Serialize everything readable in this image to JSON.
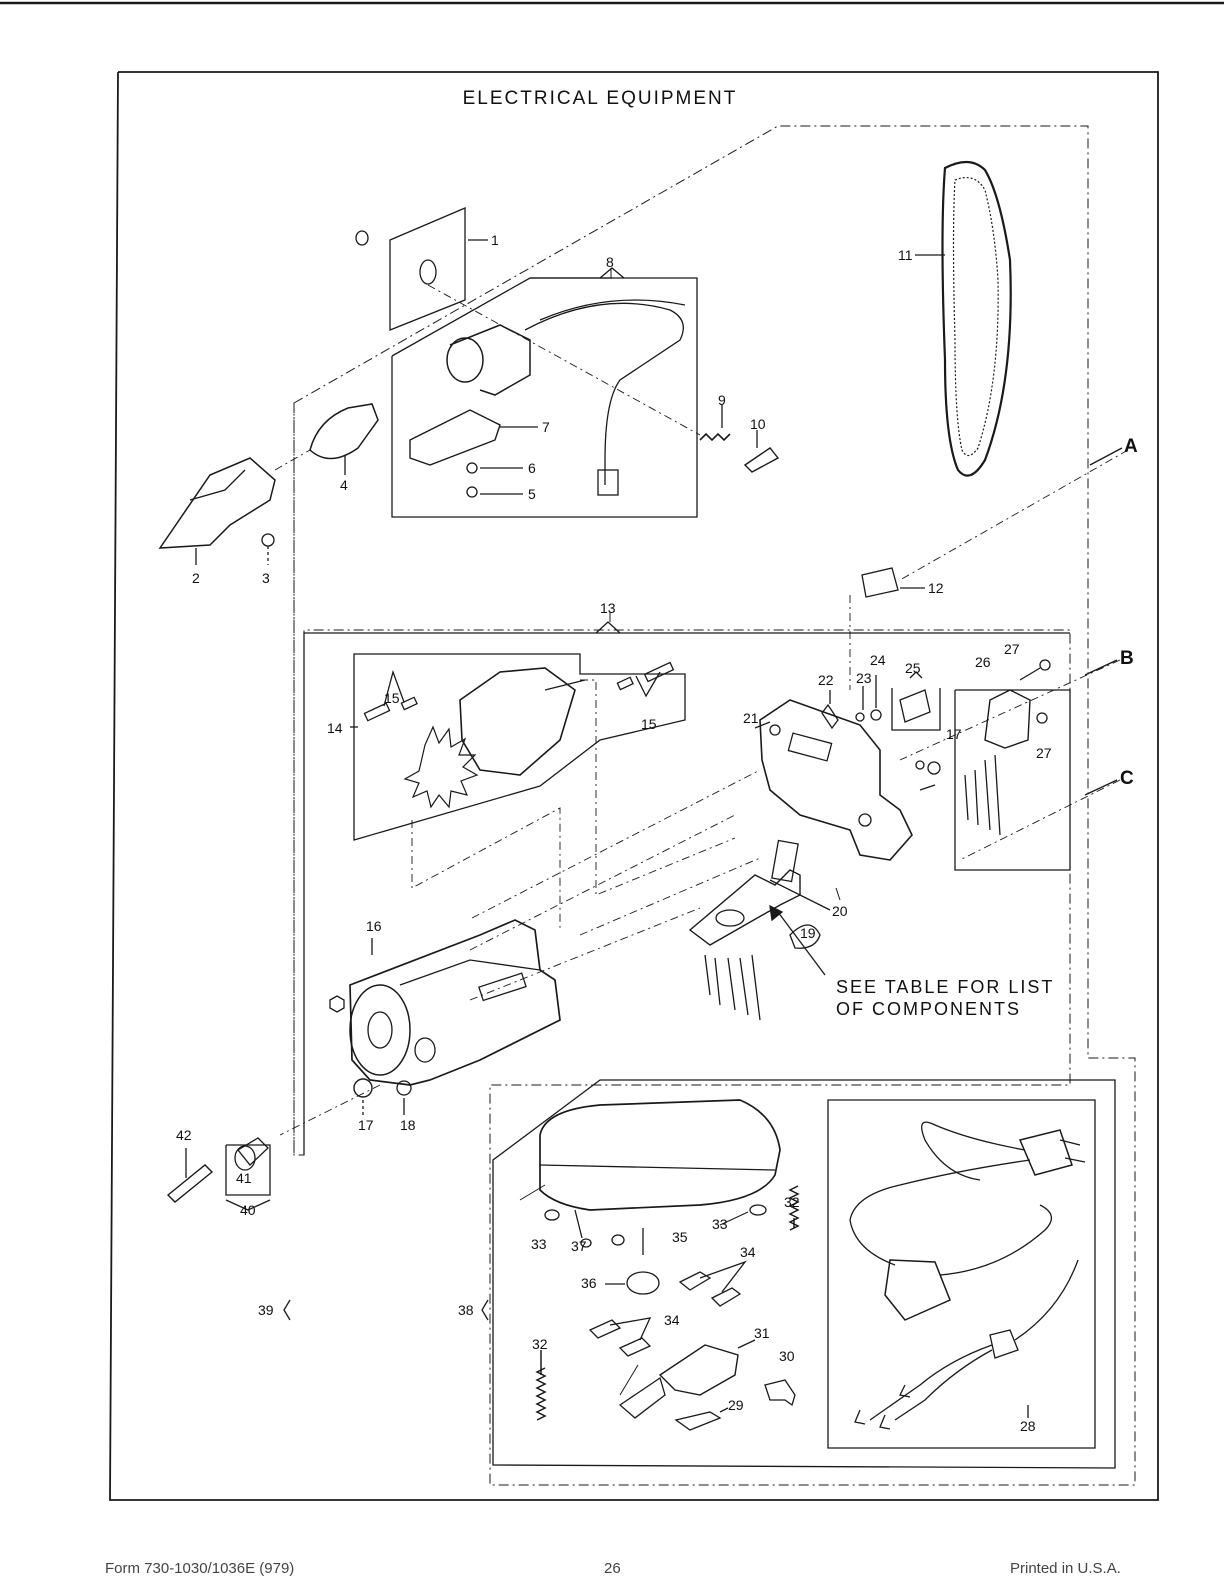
{
  "title": "ELECTRICAL EQUIPMENT",
  "note_line1": "SEE TABLE FOR LIST",
  "note_line2": "OF COMPONENTS",
  "footer_left": "Form 730-1030/1036E (979)",
  "footer_center": "26",
  "footer_right": "Printed in U.S.A.",
  "section_labels": [
    "A",
    "B",
    "C"
  ],
  "part_numbers": [
    "1",
    "2",
    "3",
    "4",
    "5",
    "6",
    "7",
    "8",
    "9",
    "10",
    "11",
    "12",
    "13",
    "14",
    "15",
    "15",
    "16",
    "17",
    "17",
    "18",
    "19",
    "20",
    "21",
    "22",
    "23",
    "24",
    "25",
    "26",
    "27",
    "27",
    "28",
    "29",
    "30",
    "31",
    "32",
    "32",
    "33",
    "33",
    "34",
    "34",
    "35",
    "36",
    "37",
    "38",
    "39",
    "40",
    "41",
    "42"
  ]
}
